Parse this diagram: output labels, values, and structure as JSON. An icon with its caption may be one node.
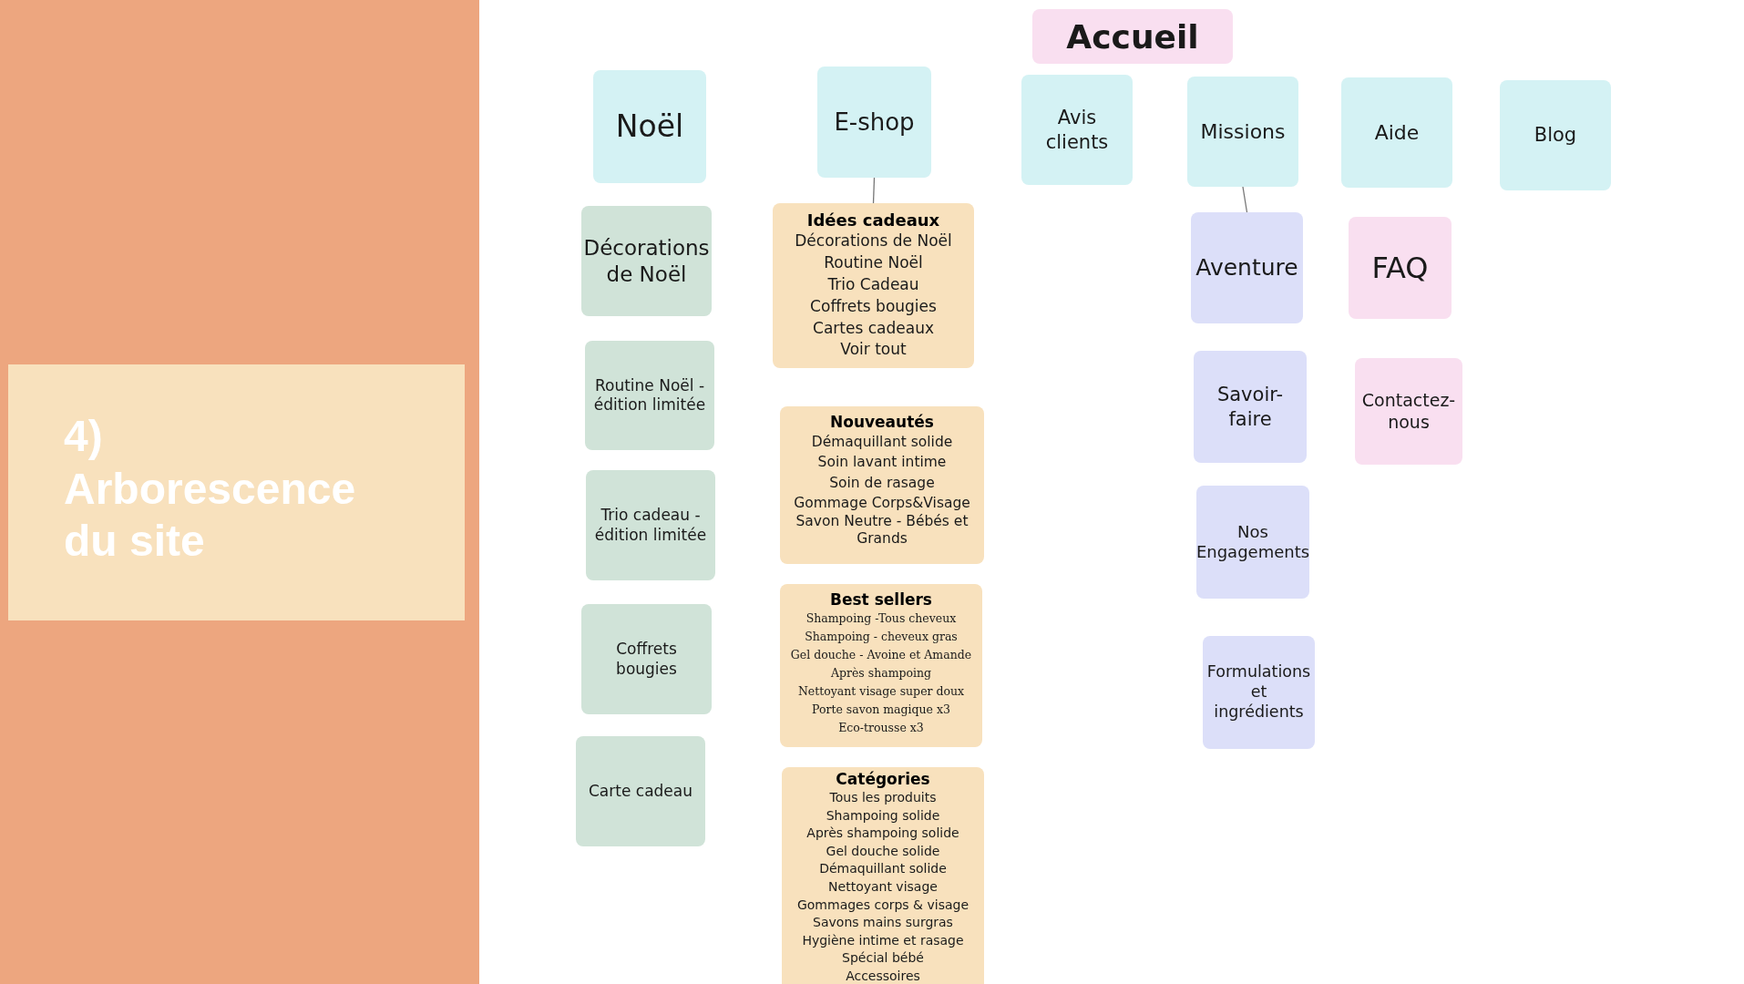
{
  "diagram": {
    "title": "4) Arborescence du site",
    "nodes": [
      {
        "text": [
          "Accueil"
        ]
      },
      {
        "text": [
          "Noël"
        ]
      },
      {
        "text": [
          "E-shop"
        ]
      },
      {
        "text": [
          "Avis clients"
        ]
      },
      {
        "text": [
          "Missions"
        ]
      },
      {
        "text": [
          "Aide"
        ]
      },
      {
        "text": [
          "Blog"
        ]
      },
      {
        "text": [
          "Décorations de Noël"
        ]
      },
      {
        "text": [
          "Routine Noël - édition limitée"
        ]
      },
      {
        "text": [
          "Trio cadeau - édition limitée"
        ]
      },
      {
        "text": [
          "Coffrets bougies"
        ]
      },
      {
        "text": [
          "Carte cadeau"
        ]
      },
      {
        "text": [
          "Idées cadeaux",
          "Décorations de Noël",
          "Routine Noël",
          "Trio Cadeau",
          "Coffrets bougies",
          "Cartes cadeaux",
          "Voir tout"
        ]
      },
      {
        "text": [
          "Nouveautés",
          "Démaquillant solide",
          "Soin lavant intime",
          "Soin de rasage",
          "Gommage Corps&Visage",
          "Savon Neutre - Bébés et Grands"
        ]
      },
      {
        "text": [
          "Best sellers",
          "Shampoing -Tous cheveux",
          "Shampoing - cheveux gras",
          "Gel douche - Avoine et Amande",
          "Après shampoing",
          "Nettoyant visage super doux",
          "Porte savon magique x3",
          "Eco-trousse x3"
        ]
      },
      {
        "text": [
          "Catégories",
          "Tous les produits",
          "Shampoing solide",
          "Après shampoing solide",
          "Gel douche solide",
          "Démaquillant solide",
          "Nettoyant visage",
          "Gommages corps & visage",
          "Savons mains surgras",
          "Hygiène intime et rasage",
          "Spécial bébé",
          "Accessoires"
        ]
      },
      {
        "text": [
          "Aventure"
        ]
      },
      {
        "text": [
          "Savoir-faire"
        ]
      },
      {
        "text": [
          "Nos Engagements"
        ]
      },
      {
        "text": [
          "Formulations et ingrédients"
        ]
      },
      {
        "text": [
          "FAQ"
        ]
      },
      {
        "text": [
          "Contactez-nous"
        ]
      }
    ],
    "edges": [
      {
        "from": 2,
        "to": 12,
        "arrow": "none"
      },
      {
        "from": 4,
        "to": 16,
        "arrow": "none"
      }
    ]
  }
}
